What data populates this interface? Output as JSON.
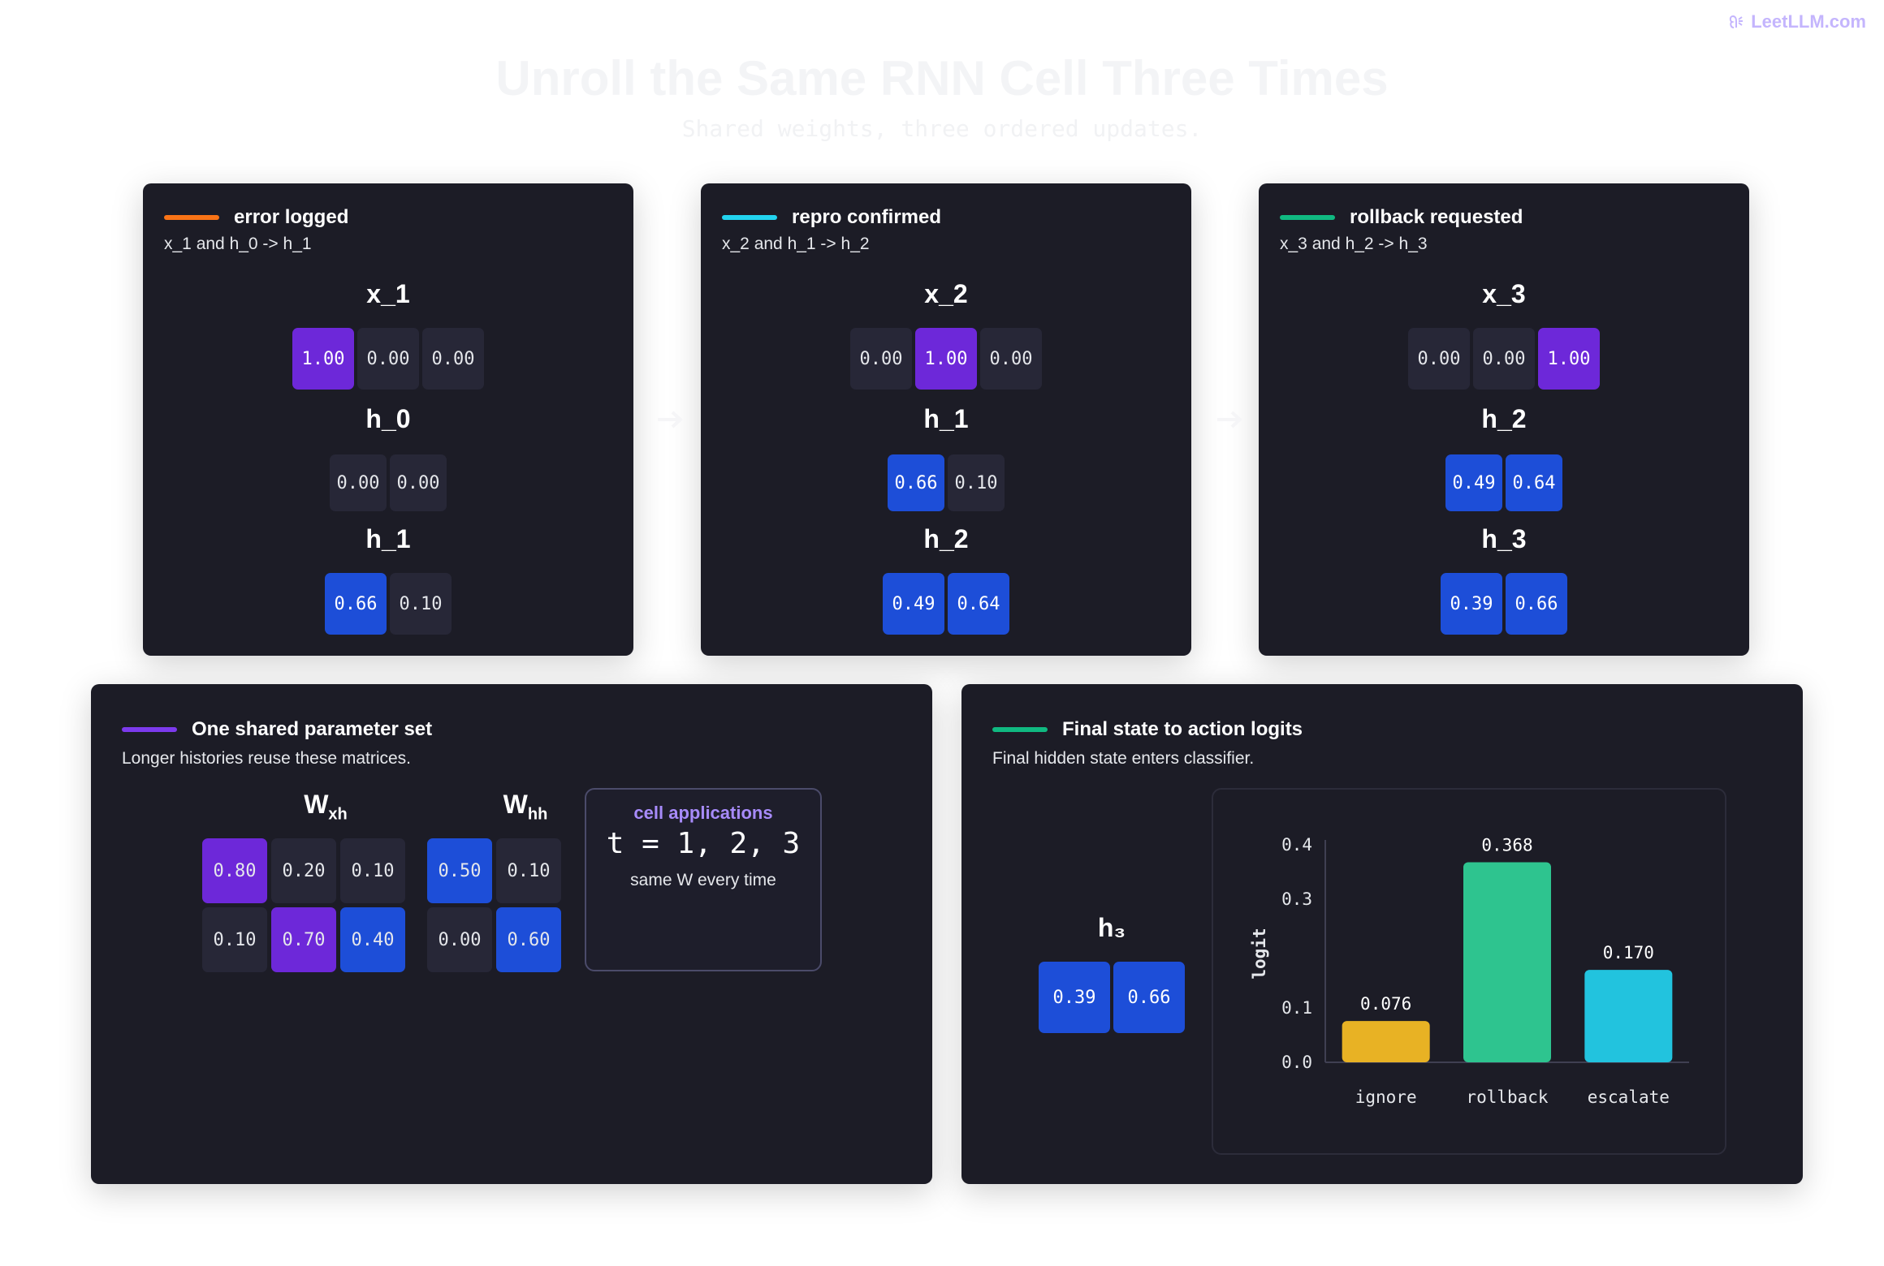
{
  "brand": {
    "logo_text": "LeetLLM.com"
  },
  "header": {
    "title": "Unroll the Same RNN Cell Three Times",
    "subtitle": "Shared weights, three ordered updates."
  },
  "steps": [
    {
      "title": "error logged",
      "accent": "#f97316",
      "caption": "x_1 and h_0 -> h_1",
      "x_label": "x_1",
      "x": [
        "1.00",
        "0.00",
        "0.00"
      ],
      "h_prev_label": "h_0",
      "h_prev": [
        "0.00",
        "0.00"
      ],
      "h_next_label": "h_1",
      "h_next": [
        "0.66",
        "0.10"
      ]
    },
    {
      "title": "repro confirmed",
      "accent": "#22d3ee",
      "caption": "x_2 and h_1 -> h_2",
      "x_label": "x_2",
      "x": [
        "0.00",
        "1.00",
        "0.00"
      ],
      "h_prev_label": "h_1",
      "h_prev": [
        "0.66",
        "0.10"
      ],
      "h_next_label": "h_2",
      "h_next": [
        "0.49",
        "0.64"
      ]
    },
    {
      "title": "rollback requested",
      "accent": "#10b981",
      "caption": "x_3 and h_2 -> h_3",
      "x_label": "x_3",
      "x": [
        "0.00",
        "0.00",
        "1.00"
      ],
      "h_prev_label": "h_2",
      "h_prev": [
        "0.49",
        "0.64"
      ],
      "h_next_label": "h_3",
      "h_next": [
        "0.39",
        "0.66"
      ]
    }
  ],
  "params": {
    "title": "One shared parameter set",
    "accent": "#7c3aed",
    "caption": "Longer histories reuse these matrices.",
    "wxh": {
      "label": "W",
      "sub": "xh",
      "rows": [
        [
          "0.80",
          "0.20",
          "0.10"
        ],
        [
          "0.10",
          "0.70",
          "0.40"
        ]
      ]
    },
    "whh": {
      "label": "W",
      "sub": "hh",
      "rows": [
        [
          "0.50",
          "0.10"
        ],
        [
          "0.00",
          "0.60"
        ]
      ]
    },
    "apps": {
      "title": "cell applications",
      "equation": "t = 1, 2, 3",
      "note": "same W every time"
    }
  },
  "final": {
    "title": "Final state to action logits",
    "accent": "#10b981",
    "caption": "Final hidden state enters classifier.",
    "h_label": "h₃",
    "h": [
      "0.39",
      "0.66"
    ]
  },
  "chart_data": {
    "type": "bar",
    "categories": [
      "ignore",
      "rollback",
      "escalate"
    ],
    "values": [
      0.076,
      0.368,
      0.17
    ],
    "value_labels": [
      "0.076",
      "0.368",
      "0.170"
    ],
    "colors": [
      "#e8b224",
      "#2ec48f",
      "#22c3de"
    ],
    "ylabel": "logit",
    "ylim": [
      0,
      0.4
    ],
    "yticks": [
      "0.0",
      "0.1",
      "0.3",
      "0.4"
    ],
    "grid": false
  },
  "colors": {
    "dark_cell": "#272737",
    "purple_cell": "#6d28d9",
    "blue_cell": "#1d4ed8"
  }
}
